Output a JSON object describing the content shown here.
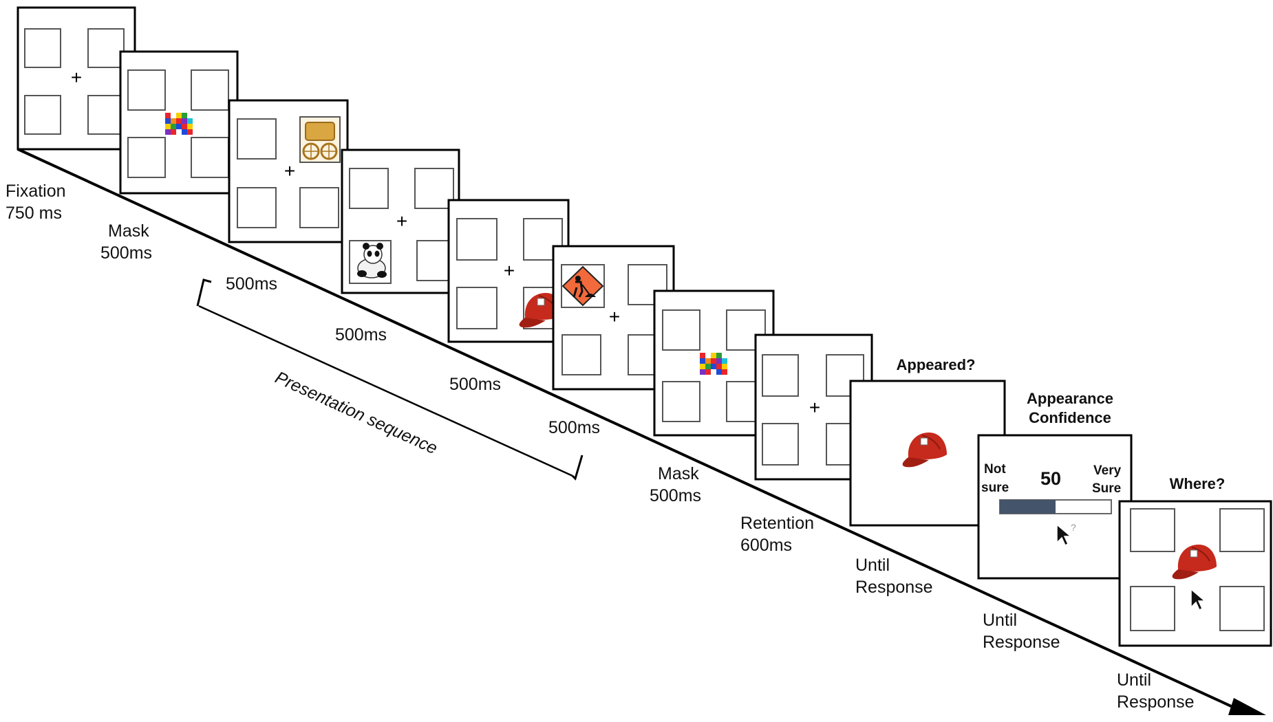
{
  "labels": {
    "fixation": "Fixation",
    "fixation_time": "750 ms",
    "mask1": "Mask",
    "mask1_time": "500ms",
    "stim1_time": "500ms",
    "stim2_time": "500ms",
    "stim3_time": "500ms",
    "stim4_time": "500ms",
    "sequence": "Presentation sequence",
    "mask2": "Mask",
    "mask2_time": "500ms",
    "retention": "Retention",
    "retention_time": "600ms",
    "appeared_until": "Until",
    "appeared_response": "Response",
    "confidence_until": "Until",
    "confidence_response": "Response",
    "where_until": "Until",
    "where_response": "Response"
  },
  "questions": {
    "appeared": "Appeared?",
    "confidence_line1": "Appearance",
    "confidence_line2": "Confidence",
    "where": "Where?"
  },
  "slider": {
    "left_line1": "Not",
    "left_line2": "sure",
    "right_line1": "Very",
    "right_line2": "Sure",
    "value": "50",
    "fraction": 0.5,
    "fill_color": "#44546a"
  },
  "icons": {
    "fixation_cross": "+",
    "mask": "colorful-mosaic-mask",
    "wagon": "wagon-image",
    "panda": "panda-image",
    "cap": "red-cap-image",
    "road_sign": "road-work-sign-image",
    "cursor": "mouse-cursor-icon"
  },
  "colors": {
    "cap_red": "#c62a1c",
    "sign_orange": "#f26a3b",
    "wagon_gold": "#d9a642"
  }
}
